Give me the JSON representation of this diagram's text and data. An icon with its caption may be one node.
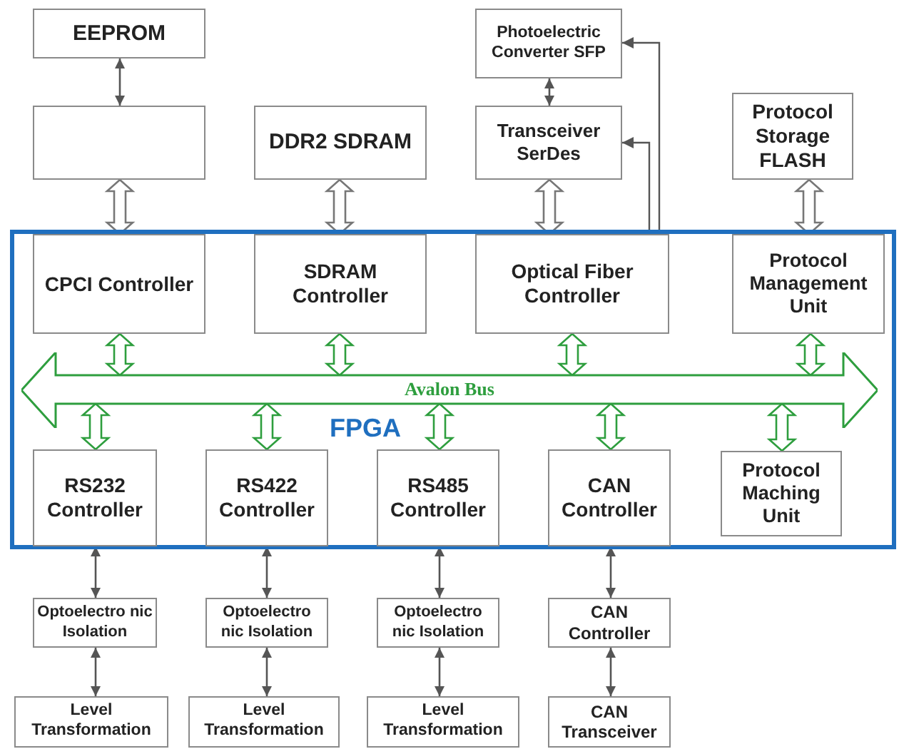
{
  "diagram": {
    "nodes": [
      {
        "text": [
          "EEPROM"
        ]
      },
      {
        "text": [],
        "shape": "box"
      },
      {
        "text": [
          "DDR2 SDRAM"
        ]
      },
      {
        "text": [
          "Photoelectric Converter SFP"
        ]
      },
      {
        "text": [
          "Transceiver SerDes"
        ]
      },
      {
        "text": [
          "Protocol Storage FLASH"
        ]
      },
      {
        "text": [
          "FPGA"
        ]
      },
      {
        "text": [
          "CPCI Controller"
        ],
        "in": 6
      },
      {
        "text": [
          "SDRAM Controller"
        ],
        "in": 6
      },
      {
        "text": [
          "Optical Fiber Controller"
        ],
        "in": 6
      },
      {
        "text": [
          "Protocol Management Unit"
        ],
        "in": 6
      },
      {
        "text": [
          "Avalon Bus"
        ],
        "in": 6
      },
      {
        "text": [
          "RS232 Controller"
        ],
        "in": 6
      },
      {
        "text": [
          "RS422 Controller"
        ],
        "in": 6
      },
      {
        "text": [
          "RS485 Controller"
        ],
        "in": 6
      },
      {
        "text": [
          "CAN Controller"
        ],
        "in": 6
      },
      {
        "text": [
          "Protocol Maching Unit"
        ],
        "in": 6
      },
      {
        "text": [
          "Optoelectro nic Isolation"
        ]
      },
      {
        "text": [
          "Optoelectro nic Isolation"
        ]
      },
      {
        "text": [
          "Optoelectro nic Isolation"
        ]
      },
      {
        "text": [
          "CAN Controller"
        ]
      },
      {
        "text": [
          "Level Transformation"
        ]
      },
      {
        "text": [
          "Level Transformation"
        ]
      },
      {
        "text": [
          "Level Transformation"
        ]
      },
      {
        "text": [
          "CAN Transceiver"
        ]
      }
    ],
    "edges": [
      {
        "from": 0,
        "to": 1,
        "arrow": "both"
      },
      {
        "from": 3,
        "to": 4,
        "arrow": "both"
      },
      {
        "from": 1,
        "to": 7,
        "arrow": "both",
        "style": "thick"
      },
      {
        "from": 2,
        "to": 8,
        "arrow": "both",
        "style": "thick"
      },
      {
        "from": 4,
        "to": 9,
        "arrow": "both",
        "style": "thick"
      },
      {
        "from": 5,
        "to": 10,
        "arrow": "both",
        "style": "thick"
      },
      {
        "from": 9,
        "to": 4,
        "arrow": "to"
      },
      {
        "from": 9,
        "to": 3,
        "arrow": "to"
      },
      {
        "from": 7,
        "to": 11,
        "arrow": "both",
        "style": "thick",
        "color": "#2e9e3e"
      },
      {
        "from": 8,
        "to": 11,
        "arrow": "both",
        "style": "thick",
        "color": "#2e9e3e"
      },
      {
        "from": 9,
        "to": 11,
        "arrow": "both",
        "style": "thick",
        "color": "#2e9e3e"
      },
      {
        "from": 10,
        "to": 11,
        "arrow": "both",
        "style": "thick",
        "color": "#2e9e3e"
      },
      {
        "from": 11,
        "to": 12,
        "arrow": "both",
        "style": "thick",
        "color": "#2e9e3e"
      },
      {
        "from": 11,
        "to": 13,
        "arrow": "both",
        "style": "thick",
        "color": "#2e9e3e"
      },
      {
        "from": 11,
        "to": 14,
        "arrow": "both",
        "style": "thick",
        "color": "#2e9e3e"
      },
      {
        "from": 11,
        "to": 15,
        "arrow": "both",
        "style": "thick",
        "color": "#2e9e3e"
      },
      {
        "from": 11,
        "to": 16,
        "arrow": "both",
        "style": "thick",
        "color": "#2e9e3e"
      },
      {
        "from": 12,
        "to": 17,
        "arrow": "both"
      },
      {
        "from": 17,
        "to": 21,
        "arrow": "both"
      },
      {
        "from": 13,
        "to": 18,
        "arrow": "both"
      },
      {
        "from": 18,
        "to": 22,
        "arrow": "both"
      },
      {
        "from": 14,
        "to": 19,
        "arrow": "both"
      },
      {
        "from": 19,
        "to": 23,
        "arrow": "both"
      },
      {
        "from": 15,
        "to": 20,
        "arrow": "both"
      },
      {
        "from": 20,
        "to": 24,
        "arrow": "both"
      }
    ]
  }
}
